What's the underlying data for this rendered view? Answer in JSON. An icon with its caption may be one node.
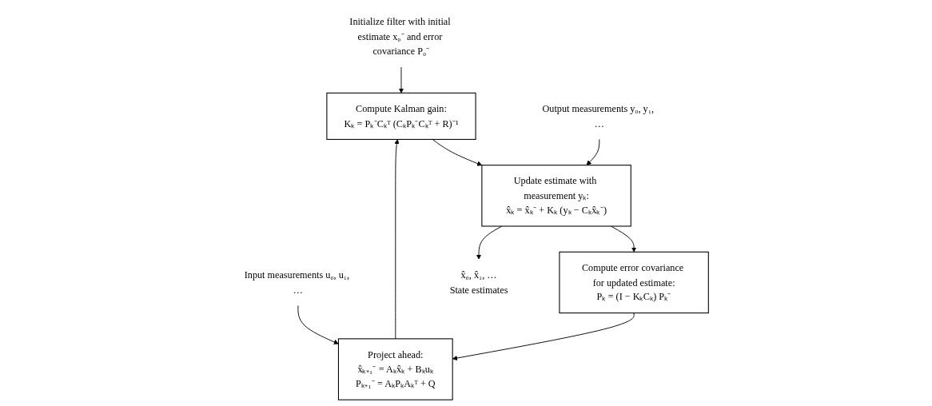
{
  "diagram": {
    "nodes": [
      {
        "text": [
          "Initialize filter with initial estimate x₀⁻ and error covariance P₀⁻"
        ]
      },
      {
        "text": [
          "Compute Kalman gain:",
          "Kₖ = Pₖ⁻Cₖᵀ (CₖPₖ⁻Cₖᵀ + R)⁻¹"
        ]
      },
      {
        "text": [
          "Input measurements u₀, u₁, …"
        ]
      },
      {
        "text": [
          "Project ahead:",
          "x̂ₖ₊₁⁻ = Aₖx̂ₖ + Bₖuₖ",
          "Pₖ₊₁⁻ = AₖPₖAₖᵀ + Q"
        ]
      },
      {
        "text": [
          "Output measurements y₀, y₁, …"
        ]
      },
      {
        "text": [
          "Update estimate with measurement yₖ:",
          "x̂ₖ = x̂ₖ⁻ + Kₖ (yₖ − Cₖx̂ₖ⁻)"
        ]
      },
      {
        "text": [
          "Compute error covariance for updated estimate:",
          "Pₖ = (I − KₖCₖ) Pₖ⁻"
        ]
      },
      {
        "text": [
          "x̂₀, x̂₁, …"
        ],
        "beside": [
          "State estimates"
        ]
      }
    ],
    "edges": [
      {
        "from": 0,
        "to": 1,
        "arrow": "to"
      },
      {
        "from": 3,
        "to": 1,
        "arrow": "to"
      },
      {
        "from": 1,
        "to": 5,
        "arrow": "to"
      },
      {
        "from": 2,
        "to": 3,
        "arrow": "to"
      },
      {
        "from": 4,
        "to": 5,
        "arrow": "to"
      },
      {
        "from": 5,
        "to": 6,
        "arrow": "to"
      },
      {
        "from": 6,
        "to": 3,
        "arrow": "to"
      },
      {
        "from": 5,
        "to": 7,
        "arrow": "to"
      }
    ]
  }
}
